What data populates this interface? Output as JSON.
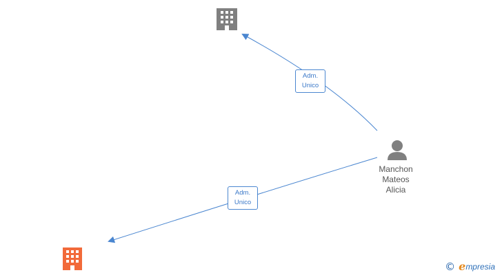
{
  "edges": [
    {
      "label_line1": "Adm.",
      "label_line2": "Unico"
    },
    {
      "label_line1": "Adm.",
      "label_line2": "Unico"
    }
  ],
  "nodes": {
    "person": {
      "line1": "Manchon",
      "line2": "Mateos",
      "line3": "Alicia"
    }
  },
  "colors": {
    "company_top": "#808080",
    "company_bottom": "#f26a3a",
    "person": "#808080",
    "edge": "#4a86d0"
  },
  "brand": {
    "copyright_symbol": "©",
    "e_letter": "e",
    "name_rest": "mpresia"
  }
}
